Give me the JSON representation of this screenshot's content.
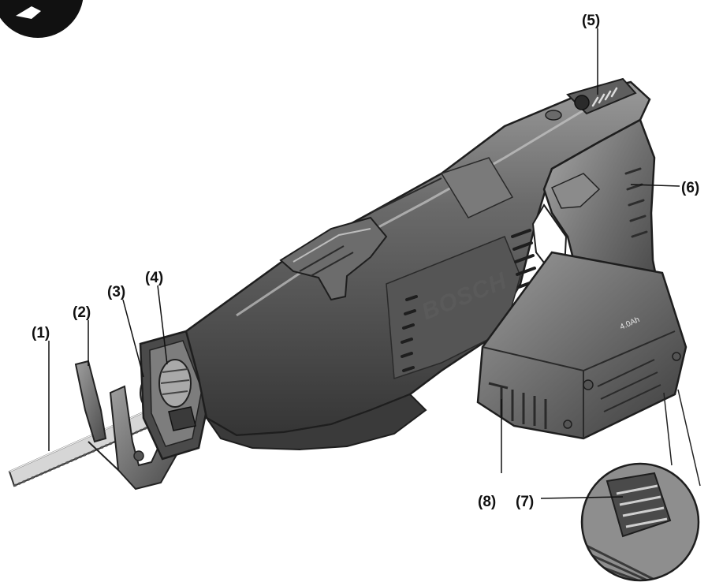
{
  "figure": {
    "brand_text": "BOSCH",
    "battery_capacity_text": "4.0Ah",
    "callouts": [
      {
        "id": "1",
        "label": "(1)"
      },
      {
        "id": "2",
        "label": "(2)"
      },
      {
        "id": "3",
        "label": "(3)"
      },
      {
        "id": "4",
        "label": "(4)"
      },
      {
        "id": "5",
        "label": "(5)"
      },
      {
        "id": "6",
        "label": "(6)"
      },
      {
        "id": "7",
        "label": "(7)"
      },
      {
        "id": "8",
        "label": "(8)"
      }
    ],
    "colors": {
      "body_dark": "#3e3e3e",
      "body_mid": "#5b5b5b",
      "body_light": "#8a8a8a",
      "highlight": "#b3b3b3",
      "blade": "#d6d6d6",
      "ink": "#111111"
    }
  }
}
